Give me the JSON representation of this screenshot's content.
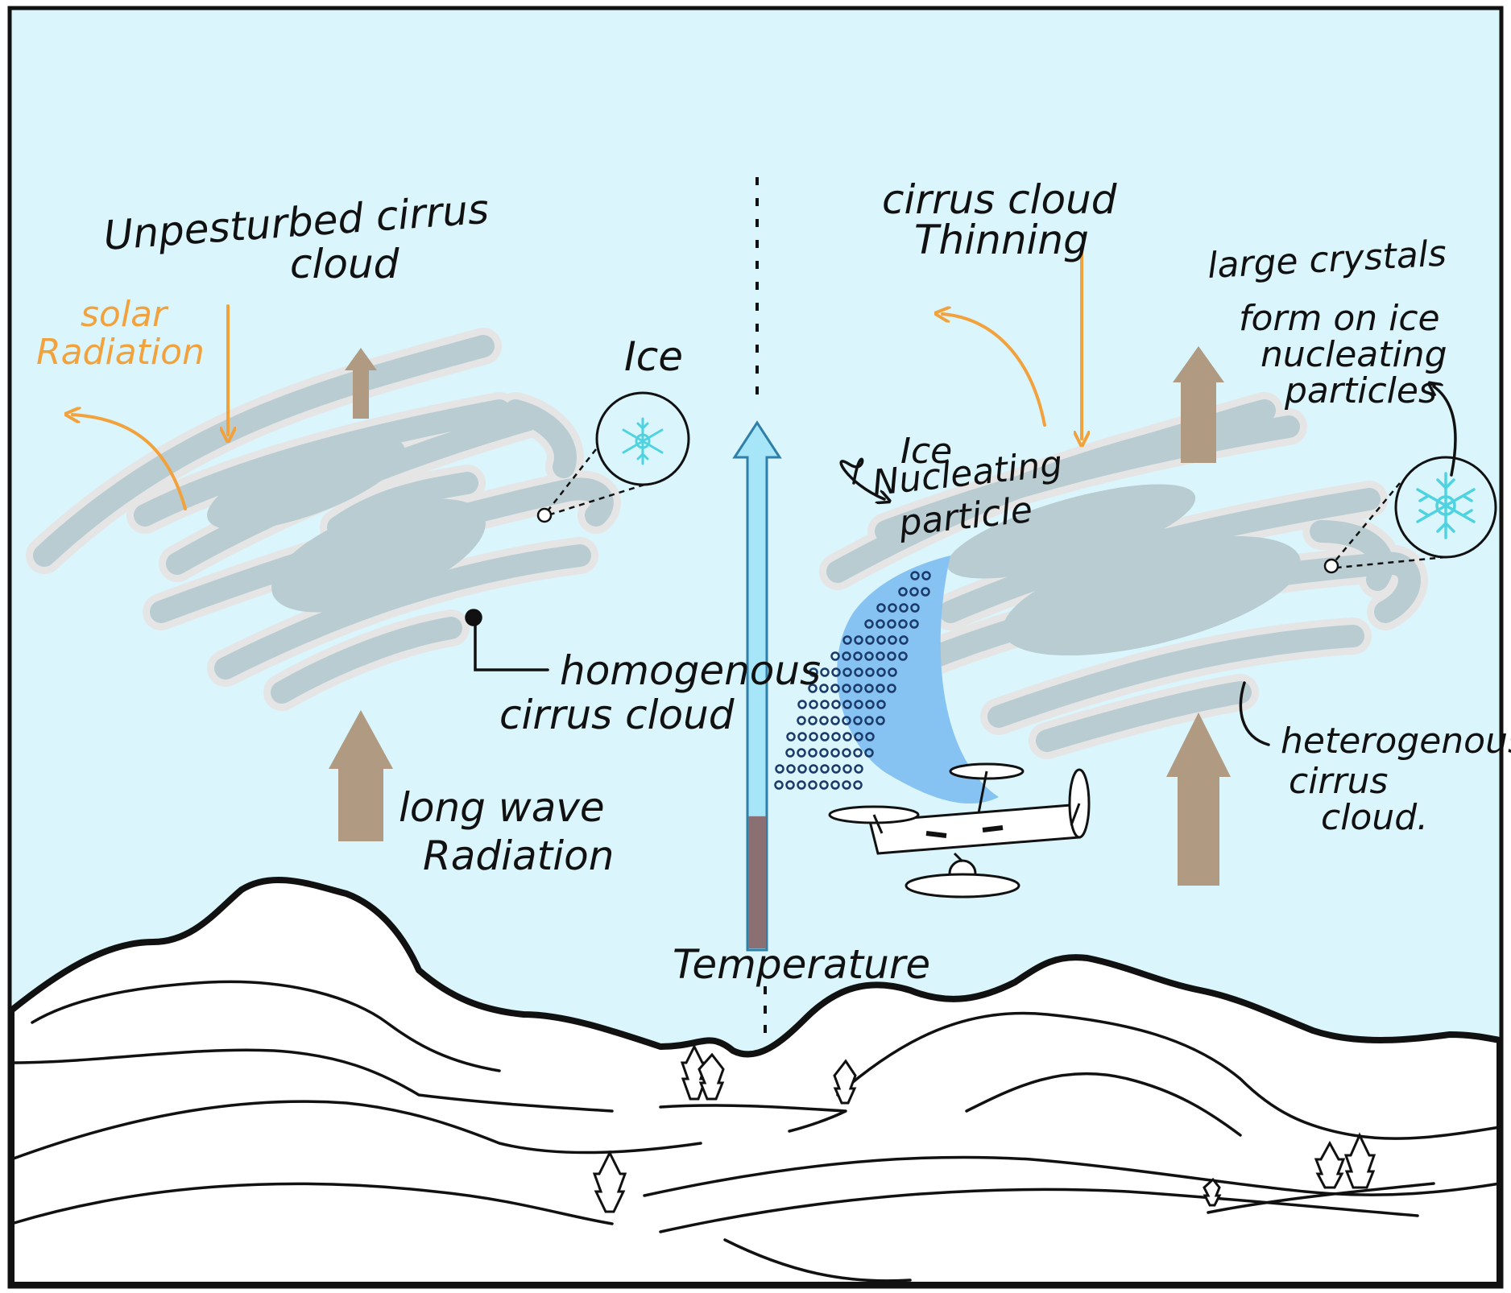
{
  "colors": {
    "sky": "#daf5fb",
    "cloud_fill": "#b8ccd2",
    "cloud_outline": "#e5e5e5",
    "solar_arrow": "#f2a23c",
    "longwave_arrow": "#b09a82",
    "thermometer_tube": "#a6e6f8",
    "thermometer_outline": "#2f7fa8",
    "thermometer_liquid": "#8a6f73",
    "particle_plume": "#86c3f2",
    "snowflake": "#4fd3e0",
    "mountain_stroke": "#111111",
    "mountain_fill": "#ffffff"
  },
  "left_panel": {
    "title_line1": "Unpesturbed cirrus",
    "title_line2": "cloud",
    "solar_line1": "solar",
    "solar_line2": "Radiation",
    "ice_label": "Ice",
    "homogenous_line1": "homogenous",
    "homogenous_line2": "cirrus cloud",
    "longwave_line1": "long wave",
    "longwave_line2": "Radiation"
  },
  "center": {
    "temperature_label": "Temperature",
    "temperature_level": 0.27
  },
  "right_panel": {
    "title_line1": "cirrus cloud",
    "title_line2": "Thinning",
    "large_crystals_line1": "large crystals",
    "large_crystals_line2": "form on ice",
    "large_crystals_line3": "nucleating",
    "large_crystals_line4": "particles",
    "inp_line1": "Ice",
    "inp_line2": "Nucleating",
    "inp_line3": "particle",
    "heterogenous_line1": "heterogenous",
    "heterogenous_line2": "cirrus",
    "heterogenous_line3": "cloud."
  }
}
